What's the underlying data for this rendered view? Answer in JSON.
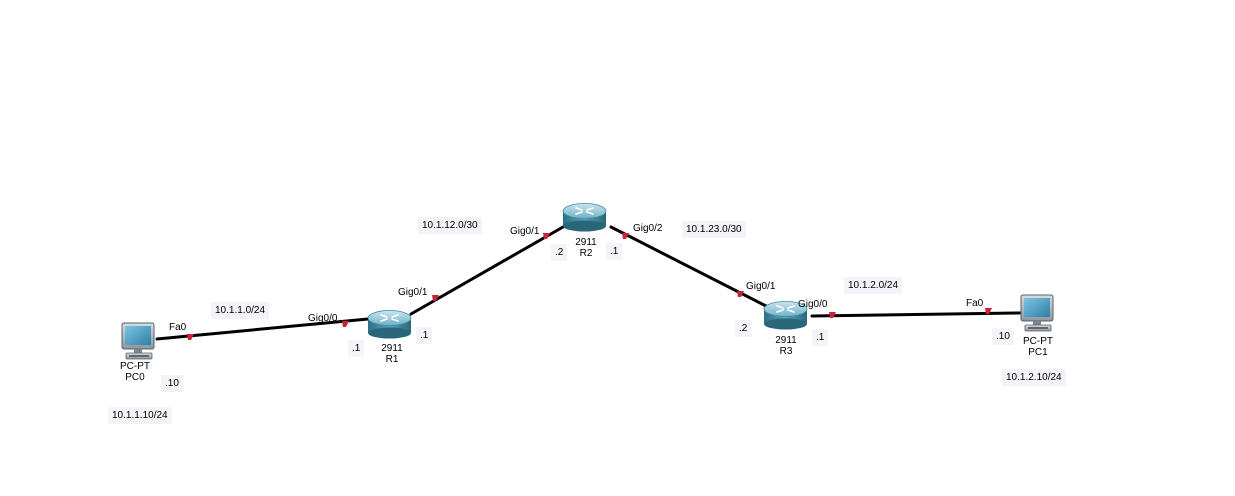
{
  "colors": {
    "link": "#000000",
    "port_marker": "#cf2035",
    "label_background": "#f3f3f8",
    "router_body": "#3d8ba3",
    "pc_screen": "#2f7fa8"
  },
  "devices": {
    "pc0": {
      "icon": "pc-icon",
      "model": "PC-PT",
      "name": "PC0",
      "host_octet": ".10",
      "ip": "10.1.1.10/24",
      "interface": "Fa0"
    },
    "r1": {
      "icon": "router-icon",
      "model": "2911",
      "name": "R1",
      "gig00": "Gig0/0",
      "gig01": "Gig0/1",
      "gig00_octet": ".1",
      "gig01_octet": ".1"
    },
    "r2": {
      "icon": "router-icon",
      "model": "2911",
      "name": "R2",
      "gig01": "Gig0/1",
      "gig02": "Gig0/2",
      "gig01_octet": ".2",
      "gig02_octet": ".1"
    },
    "r3": {
      "icon": "router-icon",
      "model": "2911",
      "name": "R3",
      "gig01": "Gig0/1",
      "gig00": "Gig0/0",
      "gig01_octet": ".2",
      "gig00_octet": ".1"
    },
    "pc1": {
      "icon": "pc-icon",
      "model": "PC-PT",
      "name": "PC1",
      "host_octet": ".10",
      "ip": "10.1.2.10/24",
      "interface": "Fa0"
    }
  },
  "networks": {
    "pc0_r1": "10.1.1.0/24",
    "r1_r2": "10.1.12.0/30",
    "r2_r3": "10.1.23.0/30",
    "r3_pc1": "10.1.2.0/24"
  }
}
